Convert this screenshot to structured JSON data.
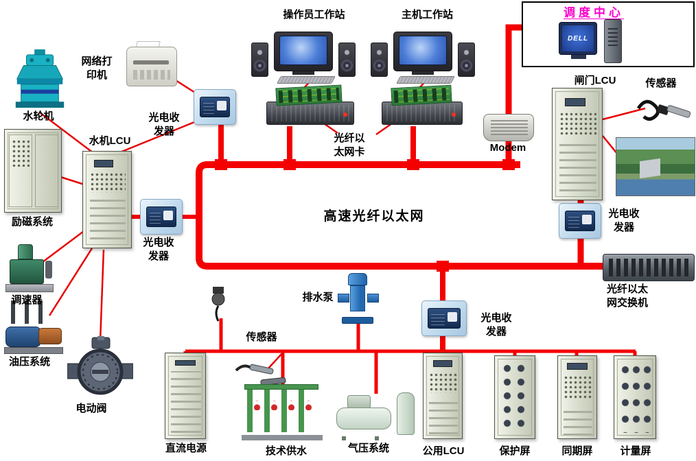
{
  "labels": {
    "operator_workstation": "操作员工作站",
    "host_workstation": "主机工作站",
    "dispatch_center": "调度中心",
    "network_printer": "网络打\n印机",
    "water_turbine": "水轮机",
    "hydro_lcu": "水机LCU",
    "transceiver_top": "光电收\n发器",
    "transceiver_left": "光电收\n发器",
    "transceiver_right": "光电收\n发器",
    "transceiver_bottom": "光电收\n发器",
    "fiber_nic": "光纤以\n太网卡",
    "modem": "Modem",
    "gate_lcu": "闸门LCU",
    "sensor_right": "传感器",
    "sensor_bottom": "传感器",
    "excitation_system": "励磁系统",
    "bus_title": "高速光纤以太网",
    "governor": "调速器",
    "fiber_switch": "光纤以太\n网交换机",
    "oil_pressure_system": "油压系统",
    "drain_pump": "排水泵",
    "electric_valve": "电动阀",
    "dc_power": "直流电源",
    "tech_water": "技术供水",
    "air_pressure_system": "气压系统",
    "common_lcu": "公用LCU",
    "protection_panel": "保护屏",
    "sync_panel": "同期屏",
    "metering_panel": "计量屏",
    "dell_logo": "DELL"
  },
  "colors": {
    "bus_red": "#f40000",
    "dispatch_text": "#ff00cc"
  }
}
